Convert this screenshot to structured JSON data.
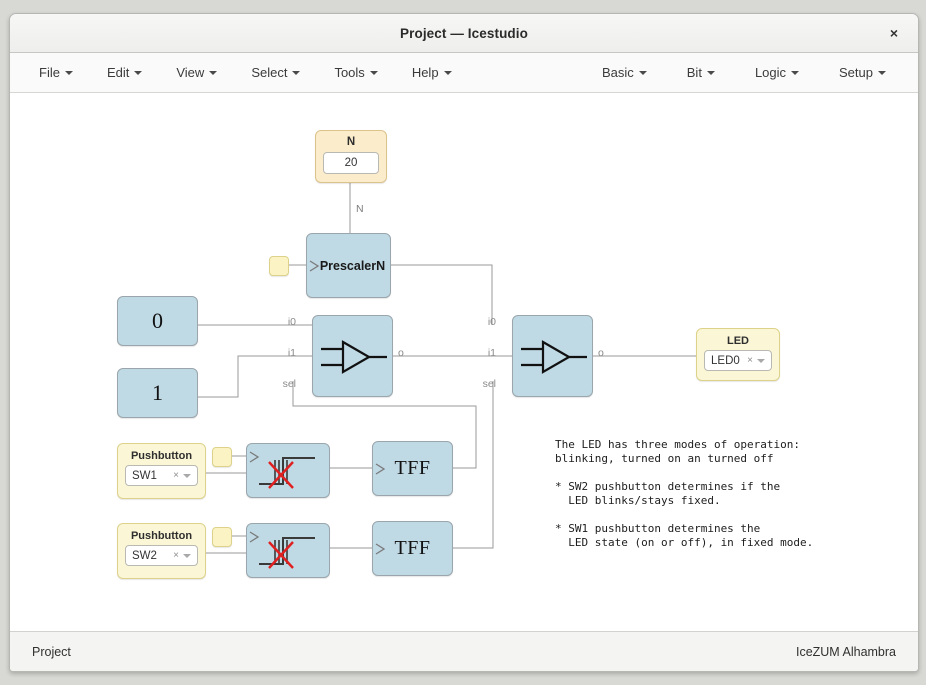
{
  "window": {
    "title": "Project — Icestudio",
    "close_label": "×"
  },
  "menu": {
    "left": [
      {
        "label": "File"
      },
      {
        "label": "Edit"
      },
      {
        "label": "View"
      },
      {
        "label": "Select"
      },
      {
        "label": "Tools"
      },
      {
        "label": "Help"
      }
    ],
    "right": [
      {
        "label": "Basic"
      },
      {
        "label": "Bit"
      },
      {
        "label": "Logic"
      },
      {
        "label": "Setup"
      }
    ]
  },
  "canvas": {
    "blocks": {
      "n_param": {
        "title": "N",
        "value": "20"
      },
      "prescaler": {
        "label": "PrescalerN"
      },
      "const0": {
        "label": "0"
      },
      "const1": {
        "label": "1"
      },
      "tff1": {
        "label": "TFF"
      },
      "tff2": {
        "label": "TFF"
      },
      "led": {
        "title": "LED",
        "value": "LED0",
        "clear": "×"
      },
      "pushbutton1": {
        "title": "Pushbutton",
        "value": "SW1",
        "clear": "×"
      },
      "pushbutton2": {
        "title": "Pushbutton",
        "value": "SW2",
        "clear": "×"
      }
    },
    "labels": {
      "wire_n": "N",
      "mux1_i0": "i0",
      "mux1_i1": "i1",
      "mux1_sel": "sel",
      "mux1_o": "o",
      "mux2_i0": "i0",
      "mux2_i1": "i1",
      "mux2_sel": "sel",
      "mux2_o": "o"
    },
    "annotation": "The LED has three modes of operation:\nblinking, turned on an turned off\n\n* SW2 pushbutton determines if the\n  LED blinks/stays fixed.\n\n* SW1 pushbutton determines the\n  LED state (on or off), in fixed mode."
  },
  "statusbar": {
    "project": "Project",
    "board": "IceZUM Alhambra"
  },
  "colors": {
    "block_blue": "#bfd9e5",
    "block_cream": "#fbf6d6",
    "block_tan": "#fbeccb",
    "wire": "#9a9a9a",
    "debounce_cross": "#e02020"
  }
}
